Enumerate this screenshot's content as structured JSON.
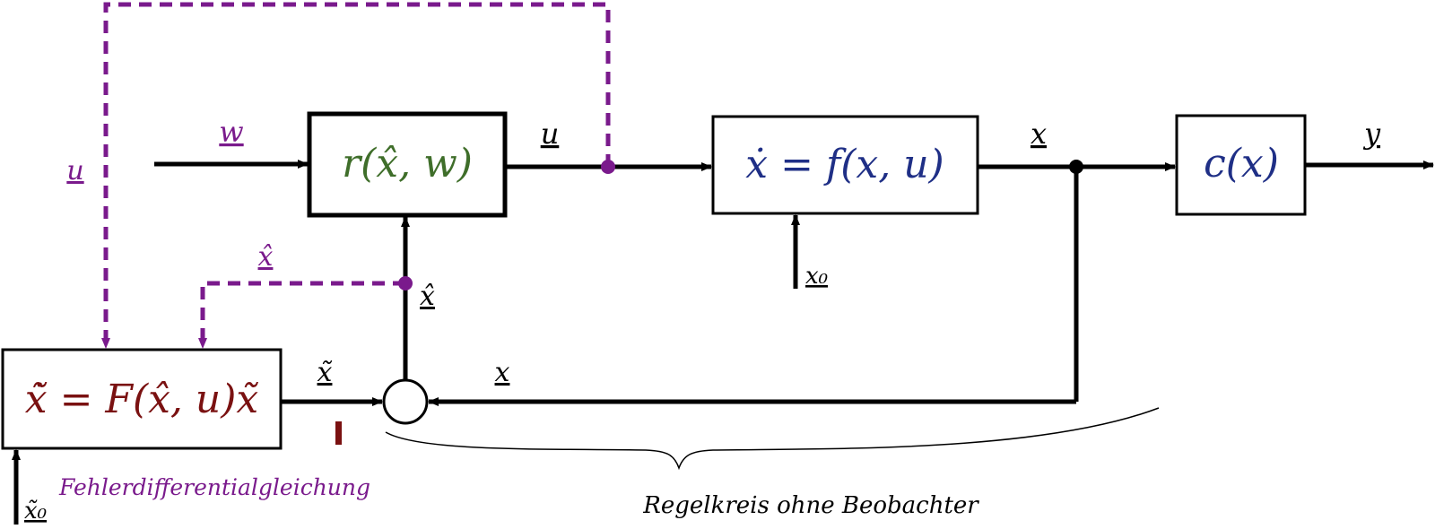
{
  "colors": {
    "line": "#000000",
    "purple": "#7a1a8c",
    "green": "#3f6e2a",
    "navy": "#1f2f86",
    "darkred": "#7a1111"
  },
  "blocks": {
    "controller": {
      "label": "r(x̂, w)"
    },
    "plant": {
      "label": "ẋ = f(x, u)"
    },
    "output": {
      "label": "c(x)"
    },
    "observer_error": {
      "label": "x̃̇ = F(x̂, u)x̃"
    }
  },
  "signals": {
    "w": "w",
    "u_main": "u",
    "x_main": "x",
    "y": "y",
    "x0": "x₀",
    "xhat_vertical": "x̂",
    "xhat_purple": "x̂",
    "u_purple": "u",
    "xtilde": "x̃",
    "x_feedback": "x",
    "xtilde0": "x̃₀"
  },
  "annotations": {
    "fehler": "Fehlerdifferentialgleichung",
    "regelkreis": "Regelkreis ohne Beobachter"
  }
}
